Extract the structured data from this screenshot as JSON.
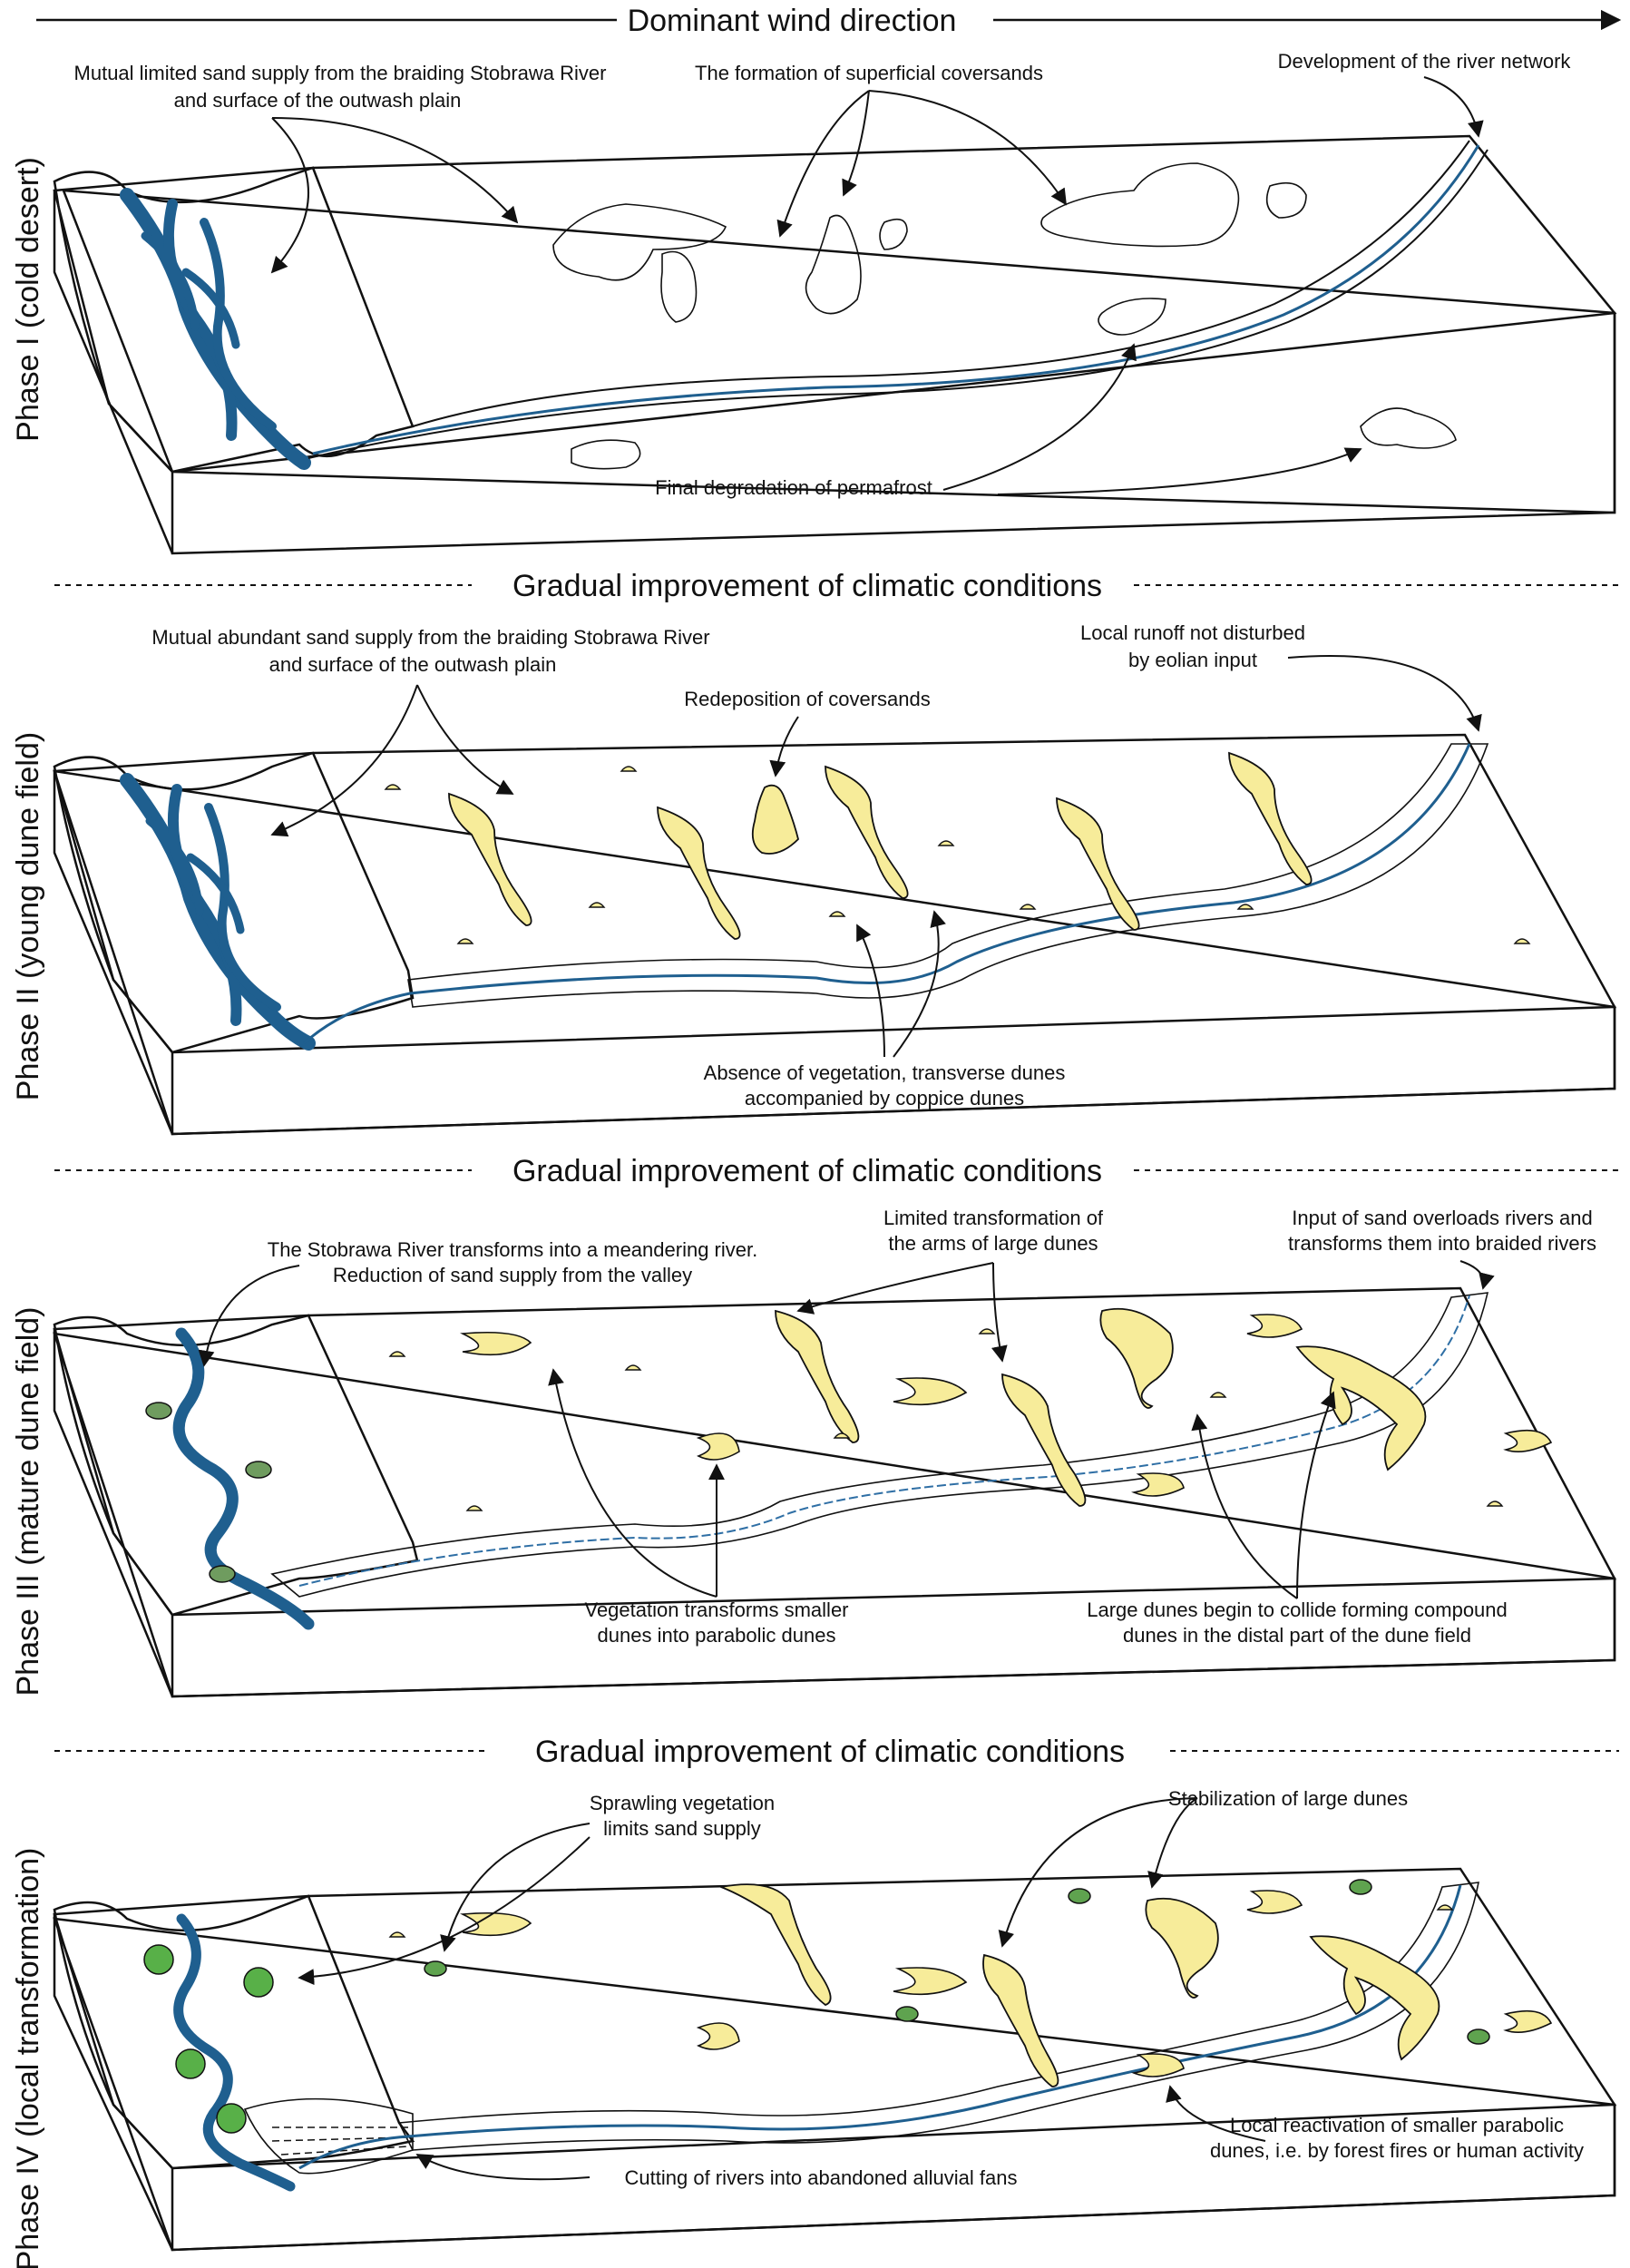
{
  "header": {
    "wind": "Dominant wind direction"
  },
  "dividers": {
    "d1": "Gradual improvement of climatic conditions",
    "d2": "Gradual improvement of climatic conditions",
    "d3": "Gradual improvement of climatic conditions"
  },
  "phases": {
    "p1": {
      "title": "Phase I (cold desert)",
      "l1a": "Mutual limited sand supply from the braiding Stobrawa River",
      "l1b": "and surface of the outwash plain",
      "l2": "The formation of superficial coversands",
      "l3": "Development of the river network",
      "l4": "Final degradation of permafrost"
    },
    "p2": {
      "title": "Phase II (young dune field)",
      "l1a": "Mutual abundant sand supply from the braiding Stobrawa River",
      "l1b": "and surface of the outwash plain",
      "l2": "Redeposition of coversands",
      "l3a": "Local runoff not disturbed",
      "l3b": "by eolian input",
      "l4a": "Absence of vegetation, transverse dunes",
      "l4b": "accompanied by coppice dunes"
    },
    "p3": {
      "title": "Phase III (mature dune field)",
      "l1a": "The Stobrawa River transforms into a meandering river.",
      "l1b": "Reduction of sand supply from the valley",
      "l2a": "Limited transformation of",
      "l2b": "the arms of large dunes",
      "l3a": "Input of sand overloads rivers and",
      "l3b": "transforms them into braided rivers",
      "l4a": "Vegetation transforms smaller",
      "l4b": "dunes into parabolic dunes",
      "l5a": "Large dunes begin to collide forming compound",
      "l5b": "dunes in the distal part of the dune field"
    },
    "p4": {
      "title": "Phase IV (local transformation)",
      "l1a": "Sprawling vegetation",
      "l1b": "limits sand supply",
      "l2": "Stabilization of large dunes",
      "l3": "Cutting of rivers into abandoned alluvial fans",
      "l4a": "Local reactivation of smaller parabolic",
      "l4b": "dunes, i.e. by forest fires or human activity"
    }
  },
  "colors": {
    "plain_desert": "#ece6cf",
    "valley_desert": "#dccfa8",
    "plain_green": "#93ad84",
    "valley_green": "#88a97c",
    "sand": "#f7ec9a",
    "ice": "#7a9bdb",
    "river": "#1f5f8f",
    "river_band": "#a9bca8",
    "braid_band": "#d8dde3"
  }
}
